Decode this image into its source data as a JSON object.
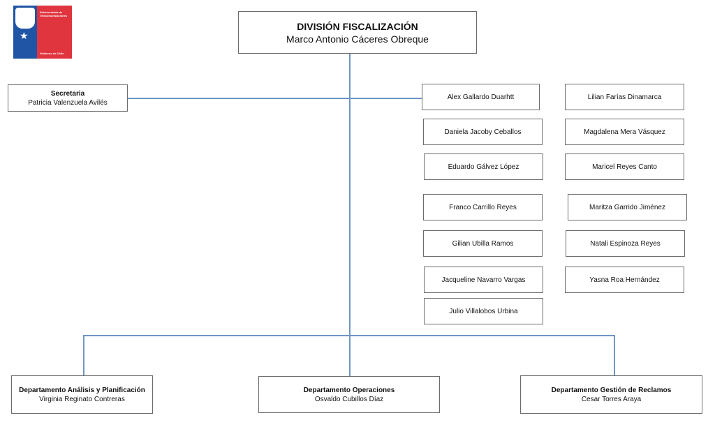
{
  "logo": {
    "line1": "Subsecretaría de",
    "line2": "Telecomunicaciones",
    "footer": "Gobierno de Chile"
  },
  "head": {
    "title": "DIVISIÓN FISCALIZACIÓN",
    "name": "Marco Antonio Cáceres Obreque"
  },
  "secretary": {
    "title": "Secretaria",
    "name": "Patricia Valenzuela Avilés"
  },
  "staff": {
    "left": [
      "Alex Gallardo Duarhtt",
      "Daniela Jacoby Ceballos",
      "Eduardo Gálvez López",
      "Franco Carrillo Reyes",
      "Gilian Ubilla Ramos",
      "Jacqueline Navarro Vargas",
      "Julio Villalobos Urbina"
    ],
    "right": [
      "Lilian Farías Dinamarca",
      "Magdalena Mera Vásquez",
      "Maricel Reyes Canto",
      "Maritza Garrido Jiménez",
      "Natali Espinoza Reyes",
      "Yasna Roa Hernández"
    ]
  },
  "departments": [
    {
      "title": "Departamento Análisis y Planificación",
      "name": "Virginia Reginato Contreras"
    },
    {
      "title": "Departamento Operaciones",
      "name": "Osvaldo Cubillos Díaz"
    },
    {
      "title": "Departamento Gestión de Reclamos",
      "name": "Cesar Torres Araya"
    }
  ],
  "colors": {
    "connector": "#6f96c4",
    "border": "#6b6b6b",
    "logo_blue": "#1f55a4",
    "logo_red": "#e0353f"
  }
}
